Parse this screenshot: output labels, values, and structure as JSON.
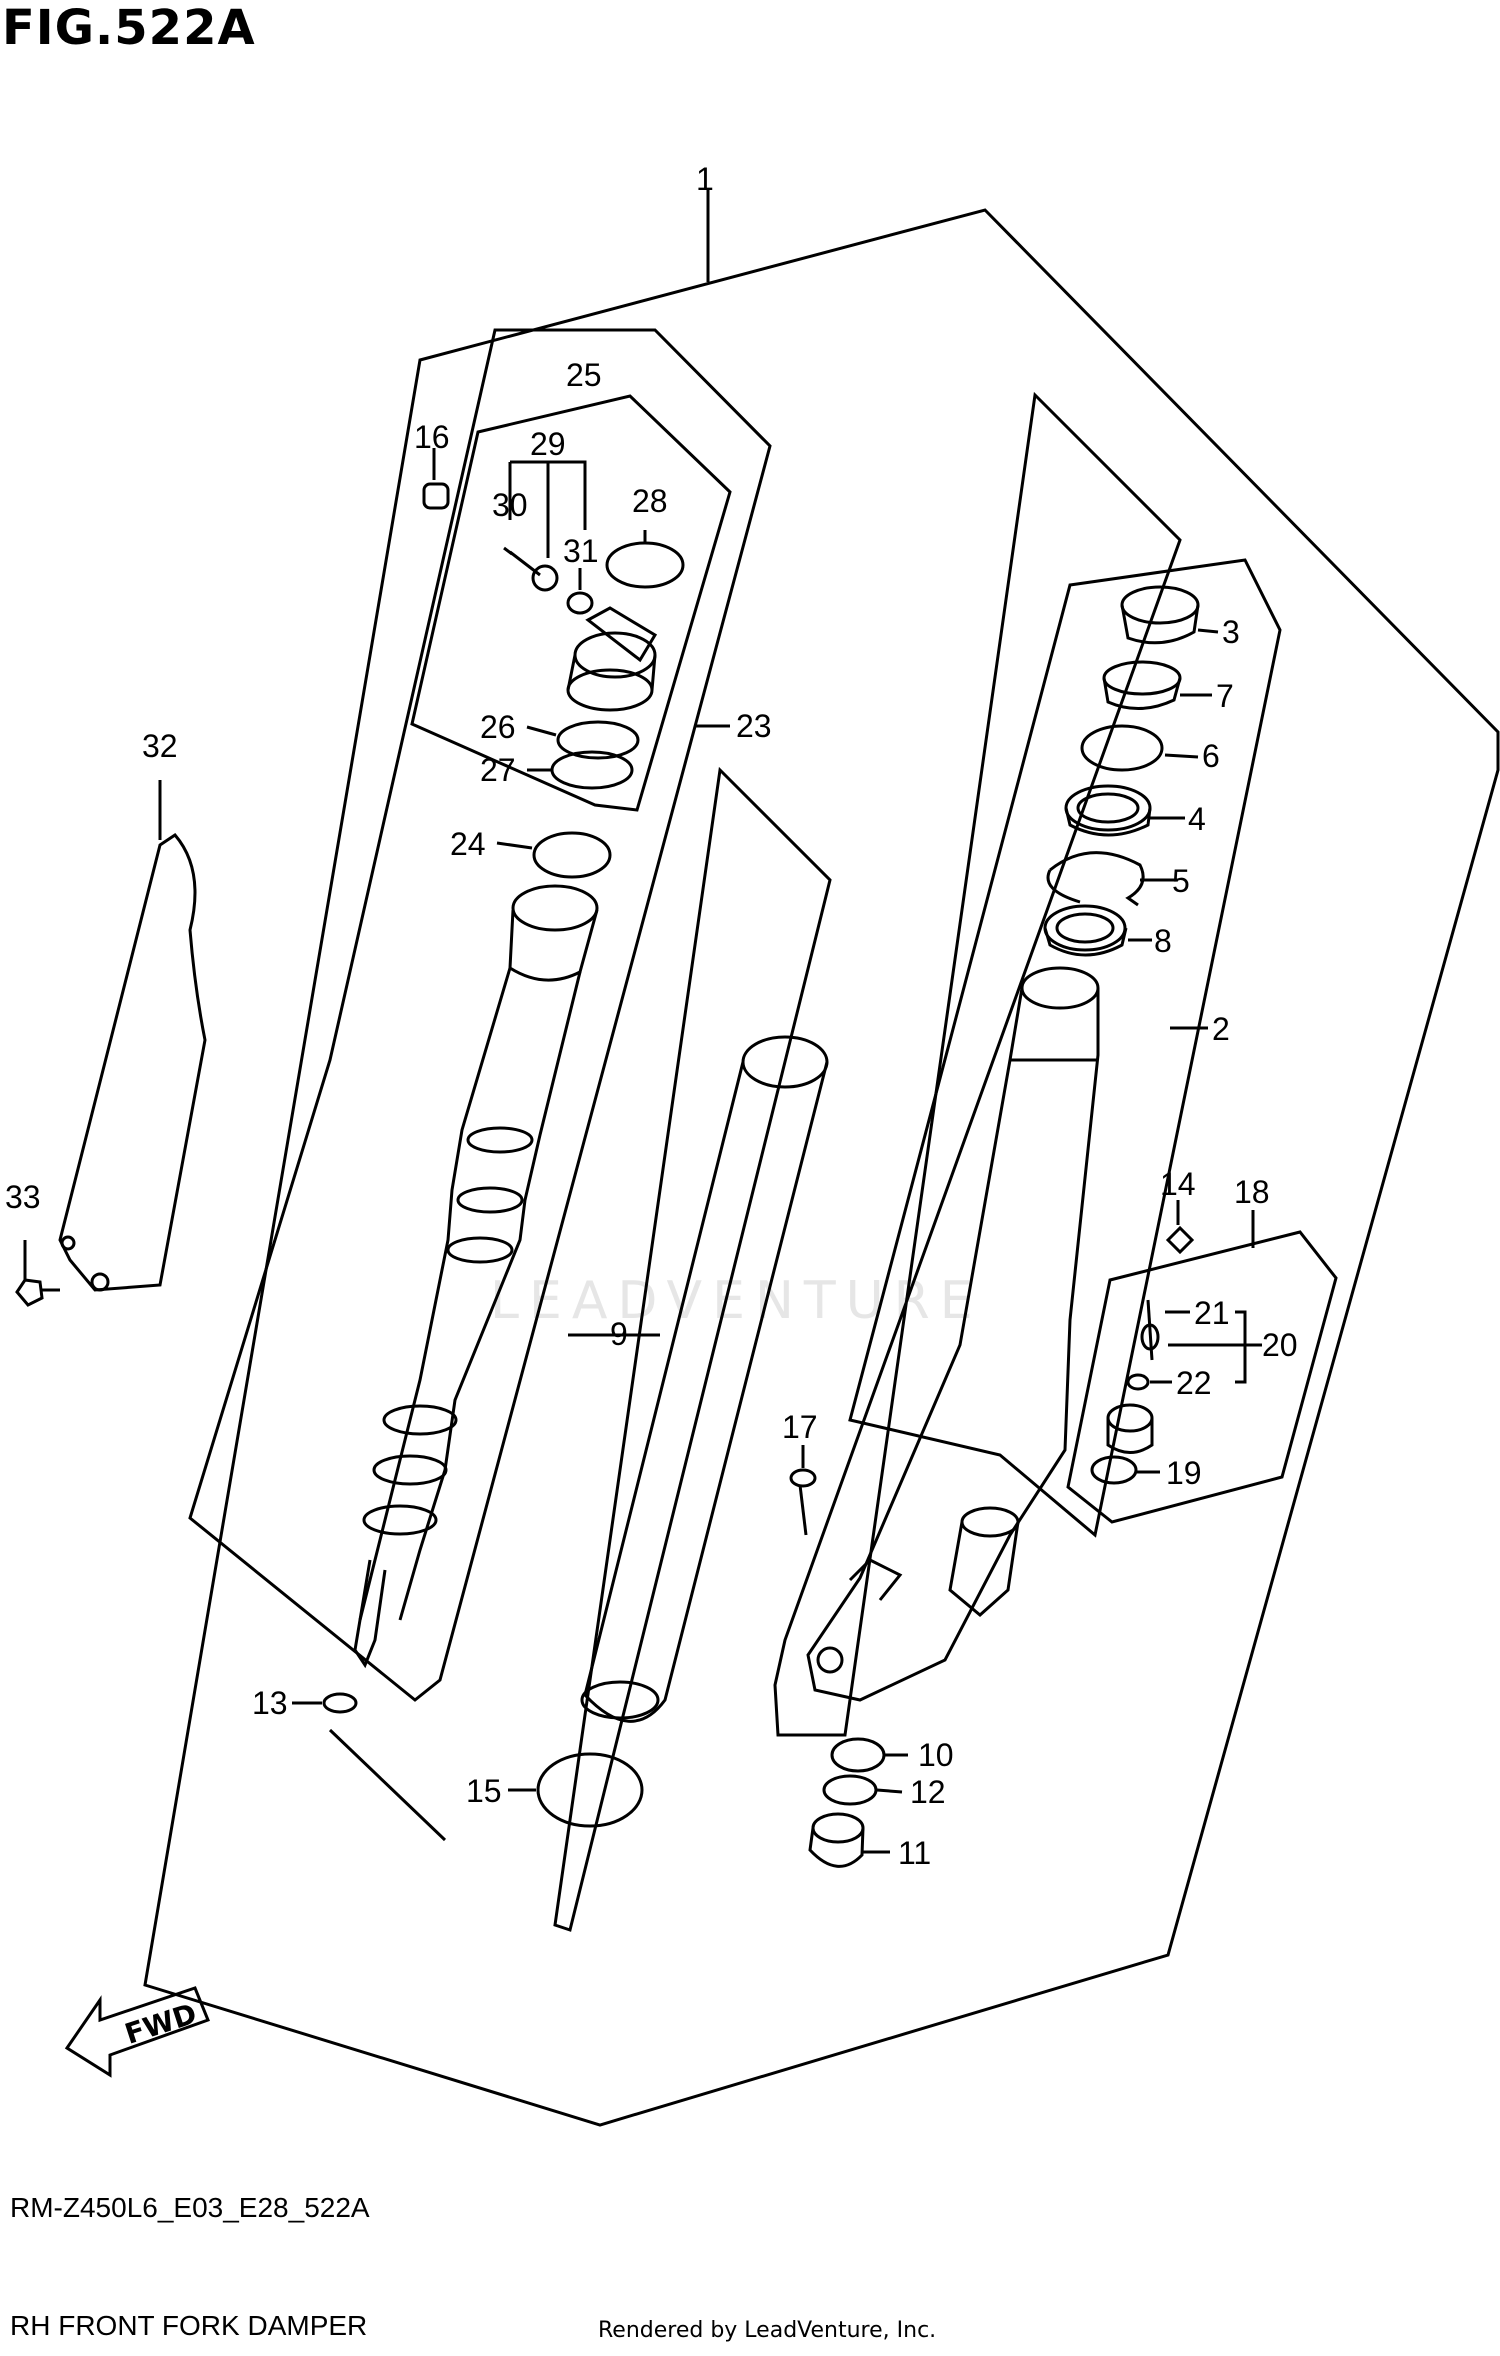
{
  "figure": {
    "title": "FIG.522A",
    "code": "RM-Z450L6_E03_E28_522A",
    "name": "RH FRONT FORK DAMPER",
    "rendered_by": "Rendered by LeadVenture, Inc.",
    "watermark": "LEADVENTURE",
    "fwd_label": "FWD"
  },
  "callouts": {
    "c1": "1",
    "c2": "2",
    "c3": "3",
    "c4": "4",
    "c5": "5",
    "c6": "6",
    "c7": "7",
    "c8": "8",
    "c9": "9",
    "c10": "10",
    "c11": "11",
    "c12": "12",
    "c13": "13",
    "c14": "14",
    "c15": "15",
    "c16": "16",
    "c17": "17",
    "c18": "18",
    "c19": "19",
    "c20": "20",
    "c21": "21",
    "c22": "22",
    "c23": "23",
    "c24": "24",
    "c25": "25",
    "c26": "26",
    "c27": "27",
    "c28": "28",
    "c29": "29",
    "c30": "30",
    "c31": "31",
    "c32": "32",
    "c33": "33"
  }
}
